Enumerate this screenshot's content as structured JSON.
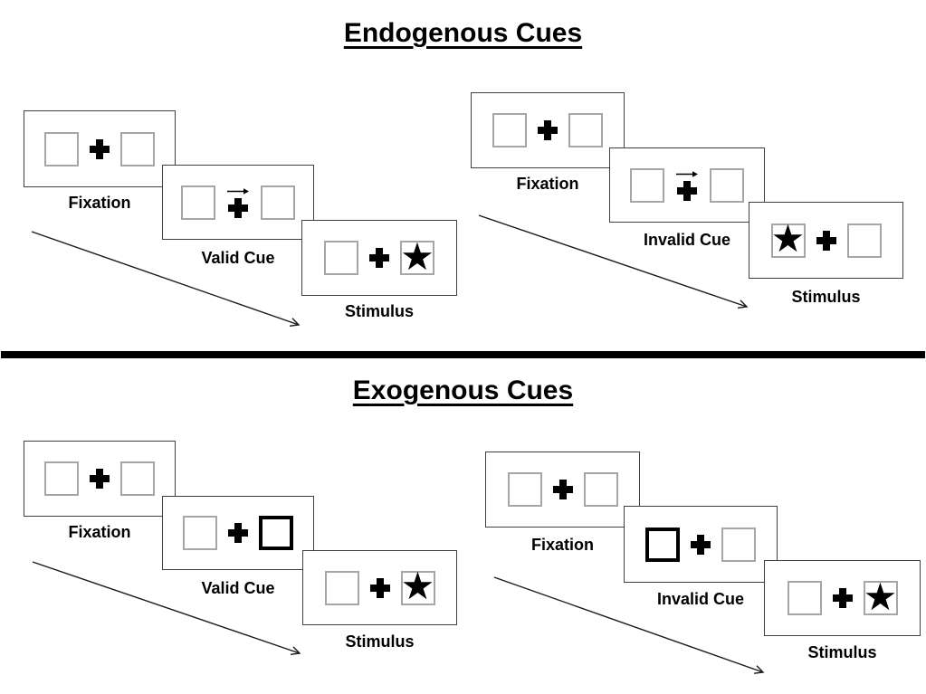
{
  "diagram": {
    "kind": "Posner attention cueing paradigm schematic",
    "colors": {
      "ink": "#000000",
      "card_border": "#404040",
      "box_border": "#a6a6a6",
      "divider": "#000000",
      "background": "#ffffff"
    }
  },
  "glyphs": {
    "star": "★",
    "fixation_cross": "+",
    "cue_arrow": "→"
  },
  "sections": [
    {
      "title": "Endogenous Cues",
      "sequences": [
        {
          "name": "valid-trial",
          "cards": [
            {
              "label": "Fixation",
              "type": "fixation"
            },
            {
              "label": "Valid Cue",
              "type": "endogenous-cue",
              "cue_arrow_direction": "right"
            },
            {
              "label": "Stimulus",
              "type": "stimulus",
              "star_side": "right"
            }
          ]
        },
        {
          "name": "invalid-trial",
          "cards": [
            {
              "label": "Fixation",
              "type": "fixation"
            },
            {
              "label": "Invalid Cue",
              "type": "endogenous-cue",
              "cue_arrow_direction": "right"
            },
            {
              "label": "Stimulus",
              "type": "stimulus",
              "star_side": "left"
            }
          ]
        }
      ]
    },
    {
      "title": "Exogenous Cues",
      "sequences": [
        {
          "name": "valid-trial",
          "cards": [
            {
              "label": "Fixation",
              "type": "fixation"
            },
            {
              "label": "Valid Cue",
              "type": "exogenous-cue",
              "highlighted_box": "right"
            },
            {
              "label": "Stimulus",
              "type": "stimulus",
              "star_side": "right"
            }
          ]
        },
        {
          "name": "invalid-trial",
          "cards": [
            {
              "label": "Fixation",
              "type": "fixation"
            },
            {
              "label": "Invalid Cue",
              "type": "exogenous-cue",
              "highlighted_box": "left"
            },
            {
              "label": "Stimulus",
              "type": "stimulus",
              "star_side": "right"
            }
          ]
        }
      ]
    }
  ]
}
